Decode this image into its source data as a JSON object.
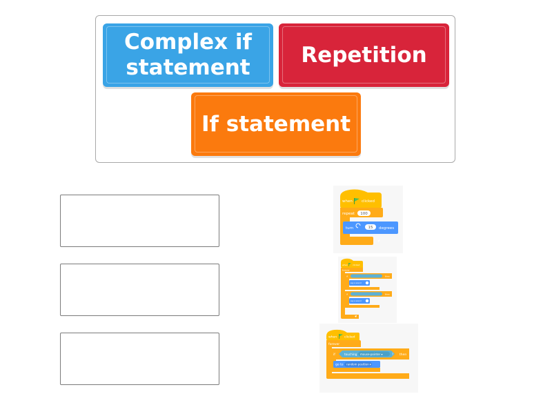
{
  "tiles": [
    {
      "id": "complex-if",
      "label": "Complex if statement",
      "line1": "Complex if",
      "line2": "statement",
      "color": "#3aa4e6"
    },
    {
      "id": "repetition",
      "label": "Repetition",
      "color": "#d8243a"
    },
    {
      "id": "if-statement",
      "label": "If statement",
      "color": "#fb7a0e"
    }
  ],
  "blocks": {
    "repeat": {
      "hat_when": "when",
      "hat_clicked": "clicked",
      "repeat_label": "repeat",
      "repeat_value": "100",
      "turn_label": "turn",
      "turn_value": "15",
      "degrees_label": "degrees"
    },
    "complex": {
      "hat_when": "when",
      "hat_clicked": "clicked",
      "forever_label": "forever",
      "if_label": "if",
      "then_label": "then",
      "say_label": "say a sound"
    },
    "ifblock": {
      "hat_when": "when",
      "hat_clicked": "clicked",
      "forever_label": "forever",
      "if_label": "if",
      "touching_label": "touching",
      "mouse_pointer": "mouse-pointer ▾",
      "question": "?",
      "then_label": "then",
      "goto_label": "go to",
      "random_position": "random position ▾"
    }
  },
  "colors": {
    "events": "#ffbf00",
    "control": "#ffab19",
    "motion": "#4c97ff",
    "sensing": "#5cb1d6",
    "flag": "#4cbf56"
  },
  "icons": [
    "green-flag-icon",
    "rotate-right-icon",
    "loop-arrow-icon"
  ]
}
